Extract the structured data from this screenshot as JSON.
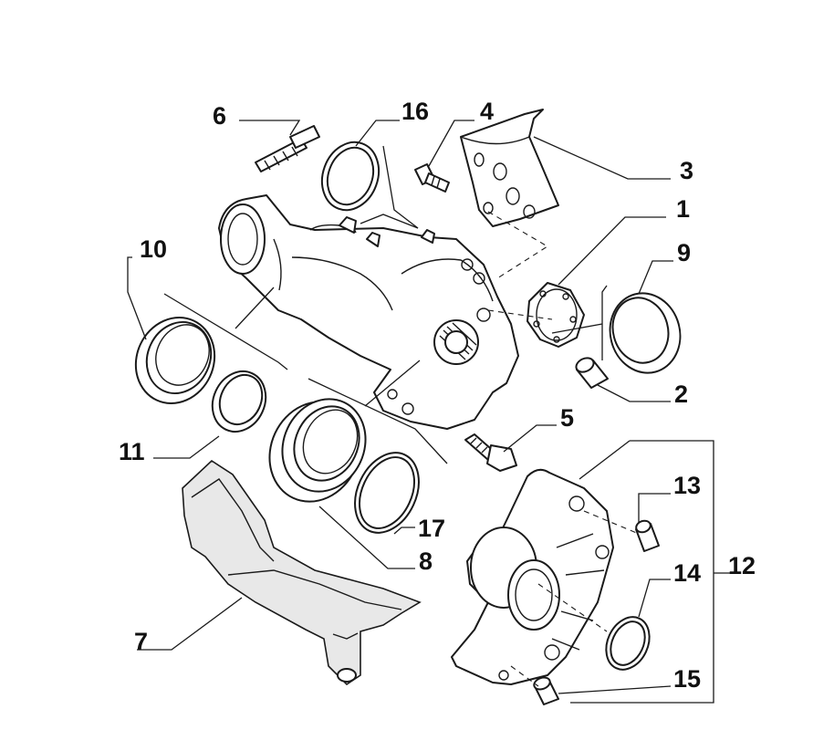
{
  "callouts": {
    "c1": "1",
    "c2": "2",
    "c3": "3",
    "c4": "4",
    "c5": "5",
    "c6": "6",
    "c7": "7",
    "c8": "8",
    "c9": "9",
    "c10": "10",
    "c11": "11",
    "c12": "12",
    "c13": "13",
    "c14": "14",
    "c15": "15",
    "c16": "16",
    "c17": "17"
  },
  "colors": {
    "line": "#1a1a1a",
    "background": "#ffffff",
    "shade": "#e8e8e8"
  }
}
